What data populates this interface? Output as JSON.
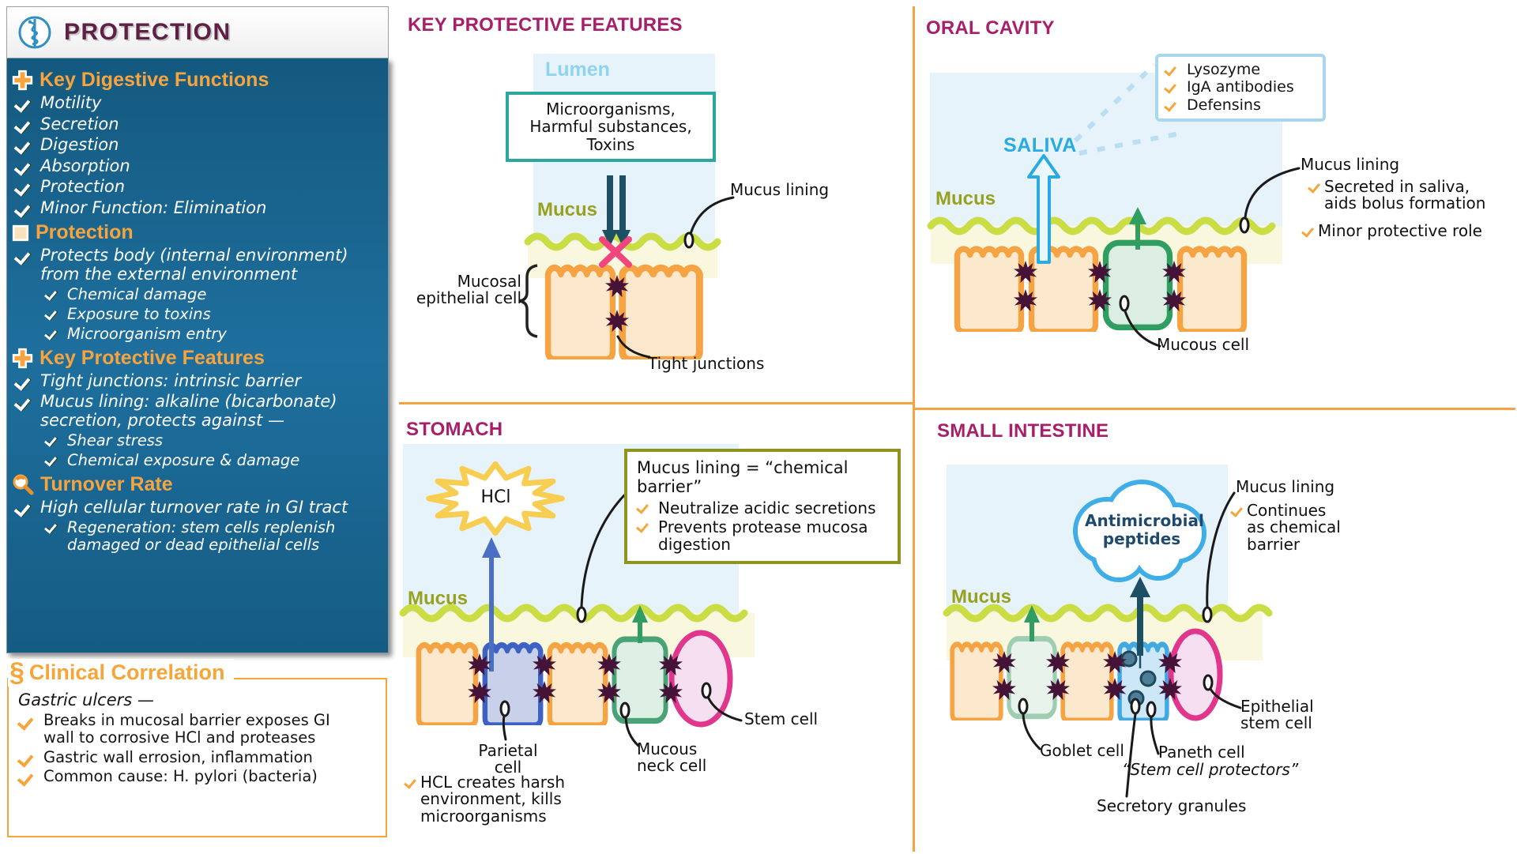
{
  "sidebar": {
    "header": {
      "title": "PROTECTION"
    },
    "s1": {
      "heading": "Key Digestive Functions",
      "items": [
        "Motility",
        "Secretion",
        "Digestion",
        "Absorption",
        "Protection",
        "Minor Function: Elimination"
      ]
    },
    "s2": {
      "heading": "Protection",
      "lead": "Protects body (internal environment)\nfrom the external environment",
      "subitems": [
        "Chemical damage",
        "Exposure to toxins",
        "Microorganism entry"
      ]
    },
    "s3": {
      "heading": "Key Protective Features",
      "item1": "Tight junctions: intrinsic barrier",
      "item2": "Mucus lining: alkaline (bicarbonate)\nsecretion, protects against —",
      "subitems": [
        "Shear stress",
        "Chemical exposure & damage"
      ]
    },
    "s4": {
      "heading": "Turnover Rate",
      "item": "High cellular turnover rate in GI tract",
      "subitem": "Regeneration: stem cells replenish\ndamaged or dead epithelial cells"
    }
  },
  "clinical": {
    "heading": "Clinical Correlation",
    "lead": "Gastric ulcers —",
    "items": [
      "Breaks in mucosal barrier exposes GI\nwall to corrosive HCl and proteases",
      "Gastric wall errosion, inflammation",
      "Common cause: H. pylori (bacteria)"
    ]
  },
  "q1": {
    "title": "KEY PROTECTIVE FEATURES",
    "lumen": "Lumen",
    "box": "Microorganisms,\nHarmful substances,\nToxins",
    "mucus": "Mucus",
    "mucus_lining": "Mucus lining",
    "epithelial": "Mucosal\nepithelial cell",
    "tight_junctions": "Tight junctions"
  },
  "q2": {
    "title": "ORAL CAVITY",
    "box_items": [
      "Lysozyme",
      "IgA antibodies",
      "Defensins"
    ],
    "saliva": "SALIVA",
    "mucus": "Mucus",
    "mucus_lining": "Mucus lining",
    "lining_items": [
      "Secreted in saliva,\naids bolus formation",
      "Minor protective role"
    ],
    "mucous_cell": "Mucous cell"
  },
  "q3": {
    "title": "STOMACH",
    "hcl": "HCl",
    "box_title": "Mucus lining = “chemical barrier”",
    "box_items": [
      "Neutralize acidic secretions",
      "Prevents protease mucosa\ndigestion"
    ],
    "mucus": "Mucus",
    "parietal": "Parietal cell",
    "mucous_neck": "Mucous\nneck cell",
    "stem": "Stem cell",
    "note": "HCL creates harsh\nenvironment, kills\nmicroorganisms"
  },
  "q4": {
    "title": "SMALL INTESTINE",
    "cloud": "Antimicrobial\npeptides",
    "mucus": "Mucus",
    "mucus_lining": "Mucus lining",
    "lining_item": "Continues\nas chemical\nbarrier",
    "goblet": "Goblet cell",
    "paneth": "Paneth cell",
    "paneth_sub": "“Stem cell protectors”",
    "granules": "Secretory granules",
    "stem": "Epithelial\nstem cell"
  },
  "colors": {
    "accent_orange": "#F7A43F",
    "magenta_title": "#A81E68",
    "sidebar_blue": "#1A6492",
    "olive": "#97A11D",
    "mucus_wave": "#CBDD45",
    "teal_box": "#2AA79E",
    "cyan": "#29ABE2",
    "pink_cell": "#E0368C",
    "tight_junction_plum": "#451238",
    "dark_teal": "#1E5064",
    "cell_orange": "#F6A343"
  }
}
